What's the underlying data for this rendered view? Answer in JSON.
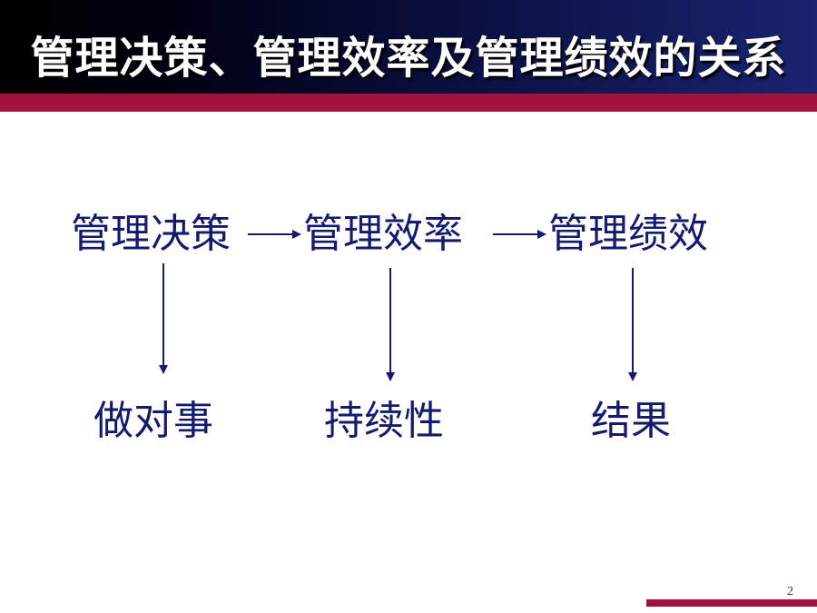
{
  "title": "管理决策、管理效率及管理绩效的关系",
  "top_row": [
    "管理决策",
    "管理效率",
    "管理绩效"
  ],
  "bottom_row": [
    "做对事",
    "持续性",
    "结果"
  ],
  "page_number": "2",
  "colors": {
    "header_dark": "#000010",
    "header_blue": "#1a2470",
    "accent_red": "#a3123d",
    "node_text": "#141a6e",
    "arrow": "#141a6e"
  }
}
